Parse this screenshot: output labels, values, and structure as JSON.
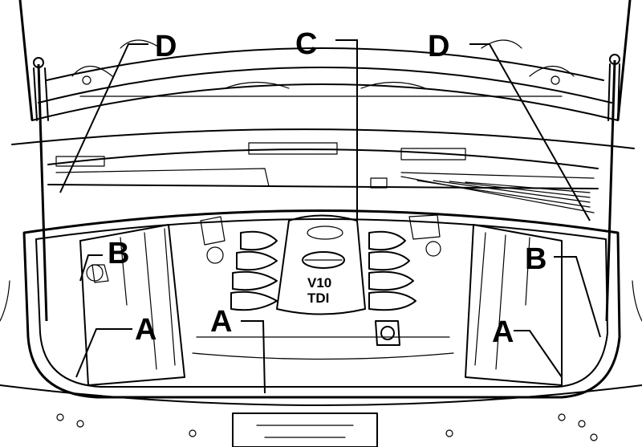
{
  "callouts": {
    "a_left": "A",
    "a_center": "A",
    "a_right": "A",
    "b_left": "B",
    "b_right": "B",
    "c_top": "C",
    "d_left": "D",
    "d_right": "D"
  },
  "engine_cover": {
    "line1": "V10",
    "line2": "TDI"
  }
}
